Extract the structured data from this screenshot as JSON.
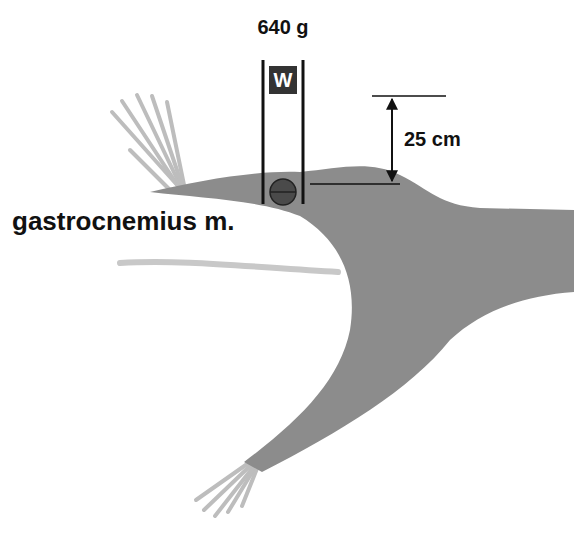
{
  "diagram": {
    "nodes": [
      {
        "text": [
          "W"
        ]
      }
    ],
    "labels": [
      "640 g",
      "25 cm",
      "gastrocnemius m."
    ]
  }
}
